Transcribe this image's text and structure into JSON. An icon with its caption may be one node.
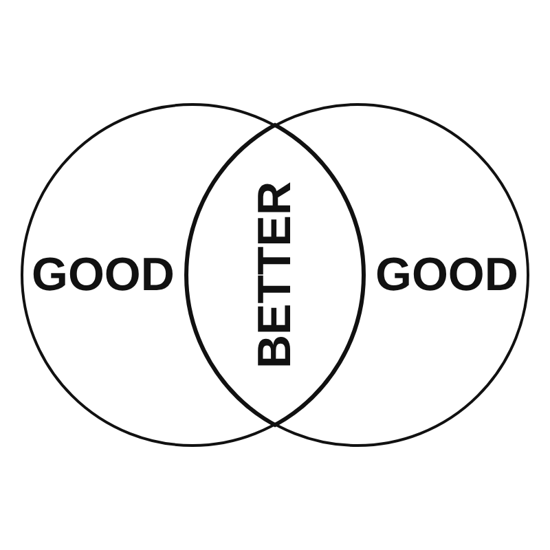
{
  "diagram": {
    "nodes": [
      {
        "text": [
          "GOOD"
        ]
      },
      {
        "text": [
          "GOOD"
        ]
      },
      {
        "text": [
          "BETTER"
        ]
      }
    ]
  }
}
